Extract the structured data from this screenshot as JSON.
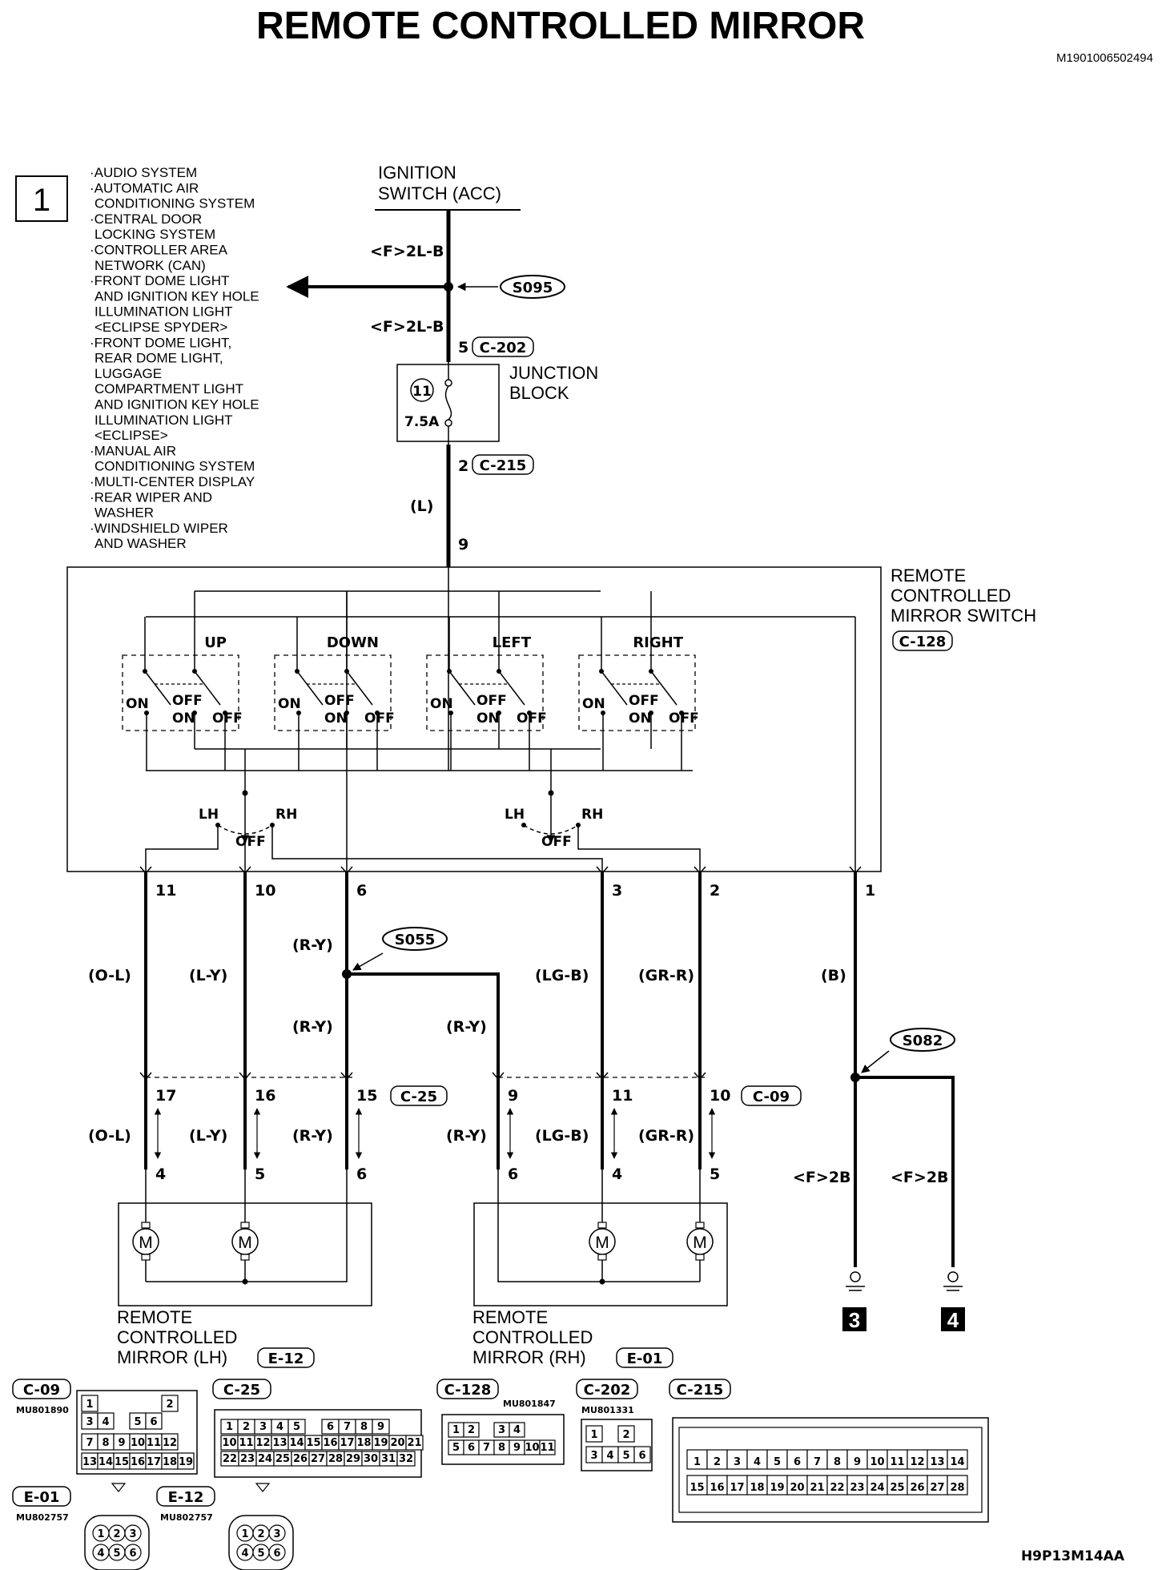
{
  "header": {
    "title": "REMOTE CONTROLLED MIRROR",
    "doc_number": "M1901006502494",
    "footer_code": "H9P13M14AA"
  },
  "reference_box": {
    "number": "1",
    "list": [
      "·AUDIO SYSTEM",
      "·AUTOMATIC AIR",
      "CONDITIONING SYSTEM",
      "·CENTRAL DOOR",
      "LOCKING SYSTEM",
      "·CONTROLLER AREA",
      "NETWORK (CAN)",
      "·FRONT DOME LIGHT",
      "AND IGNITION KEY HOLE",
      "ILLUMINATION LIGHT",
      "<ECLIPSE SPYDER>",
      "·FRONT DOME LIGHT,",
      "REAR DOME LIGHT,",
      "LUGGAGE",
      "COMPARTMENT LIGHT",
      "AND IGNITION KEY HOLE",
      "ILLUMINATION LIGHT",
      "<ECLIPSE>",
      "·MANUAL AIR",
      "CONDITIONING SYSTEM",
      "·MULTI-CENTER DISPLAY",
      "·REAR WIPER AND",
      "WASHER",
      "·WINDSHIELD WIPER",
      "AND WASHER"
    ]
  },
  "power": {
    "source_line1": "IGNITION",
    "source_line2": "SWITCH (ACC)",
    "wire_top": "<F>2L-B",
    "wire_mid": "<F>2L-B",
    "splice_top": "S095",
    "c202_pin": "5",
    "c202": "C-202",
    "fuse_num": "11",
    "fuse_rating": "7.5A",
    "jb_line1": "JUNCTION",
    "jb_line2": "BLOCK",
    "c215_pin": "2",
    "c215": "C-215",
    "wire_l": "(L)",
    "pin_9": "9"
  },
  "switch": {
    "line1": "REMOTE",
    "line2": "CONTROLLED",
    "line3": "MIRROR SWITCH",
    "connector": "C-128",
    "sections": [
      "UP",
      "DOWN",
      "LEFT",
      "RIGHT"
    ],
    "on": "ON",
    "off": "OFF",
    "lh": "LH",
    "rh": "RH",
    "sel_off": "OFF"
  },
  "outputs": {
    "pins": [
      "11",
      "10",
      "6",
      "3",
      "2",
      "1"
    ],
    "wires": [
      "(O-L)",
      "(L-Y)",
      "(R-Y)",
      "(LG-B)",
      "(GR-R)",
      "(B)"
    ],
    "ry_upper": "(R-Y)",
    "splice_mid": "S055",
    "ry_left": "(R-Y)",
    "ry_right": "(R-Y)",
    "splice_gnd": "S082"
  },
  "c25": {
    "pins": [
      "17",
      "16",
      "15"
    ],
    "label": "C-25"
  },
  "c09": {
    "pins": [
      "9",
      "11",
      "10"
    ],
    "label": "C-09"
  },
  "lower_wires": [
    "(O-L)",
    "(L-Y)",
    "(R-Y)",
    "(R-Y)",
    "(LG-B)",
    "(GR-R)"
  ],
  "mirror_pins": {
    "lh": [
      "4",
      "5",
      "6"
    ],
    "rh": [
      "6",
      "4",
      "5"
    ]
  },
  "mirror_lh": {
    "line1": "REMOTE",
    "line2": "CONTROLLED",
    "line3": "MIRROR (LH)",
    "connector": "E-12"
  },
  "mirror_rh": {
    "line1": "REMOTE",
    "line2": "CONTROLLED",
    "line3": "MIRROR (RH)",
    "connector": "E-01"
  },
  "motor_label": "M",
  "ground": {
    "wire1": "<F>2B",
    "wire2": "<F>2B",
    "ref1": "3",
    "ref2": "4"
  },
  "connector_views": {
    "c09": {
      "label": "C-09",
      "part": "MU801890",
      "row1": [
        "1",
        "",
        "",
        "2"
      ],
      "row2": [
        "3",
        "4",
        "",
        "5",
        "6"
      ],
      "row3": [
        "7",
        "8",
        "9",
        "10",
        "11",
        "12"
      ],
      "row4": [
        "13",
        "14",
        "15",
        "16",
        "17",
        "18",
        "19"
      ]
    },
    "c25": {
      "label": "C-25",
      "part": "",
      "row1": [
        "1",
        "2",
        "3",
        "4",
        "5",
        "",
        "6",
        "7",
        "8",
        "9"
      ],
      "row2": [
        "10",
        "11",
        "12",
        "13",
        "14",
        "15",
        "16",
        "17",
        "18",
        "19",
        "20",
        "21"
      ],
      "row3": [
        "22",
        "23",
        "24",
        "25",
        "26",
        "27",
        "28",
        "29",
        "30",
        "31",
        "32"
      ]
    },
    "c128": {
      "label": "C-128",
      "part": "MU801847",
      "row1": [
        "1",
        "2",
        "",
        "3",
        "4"
      ],
      "row2": [
        "5",
        "6",
        "7",
        "8",
        "9",
        "10",
        "11"
      ]
    },
    "c202": {
      "label": "C-202",
      "part": "MU801331",
      "row1": [
        "1",
        "",
        "2"
      ],
      "row2": [
        "3",
        "4",
        "5",
        "6"
      ]
    },
    "c215": {
      "label": "C-215",
      "part": "",
      "row1": [
        "1",
        "2",
        "3",
        "4",
        "5",
        "6",
        "7",
        "8",
        "9",
        "10",
        "11",
        "12",
        "13",
        "14"
      ],
      "row2": [
        "15",
        "16",
        "17",
        "18",
        "19",
        "20",
        "21",
        "22",
        "23",
        "24",
        "25",
        "26",
        "27",
        "28"
      ]
    },
    "e01": {
      "label": "E-01",
      "part": "MU802757",
      "pins": [
        "1",
        "2",
        "3",
        "4",
        "5",
        "6"
      ]
    },
    "e12": {
      "label": "E-12",
      "part": "MU802757",
      "pins": [
        "1",
        "2",
        "3",
        "4",
        "5",
        "6"
      ]
    }
  }
}
